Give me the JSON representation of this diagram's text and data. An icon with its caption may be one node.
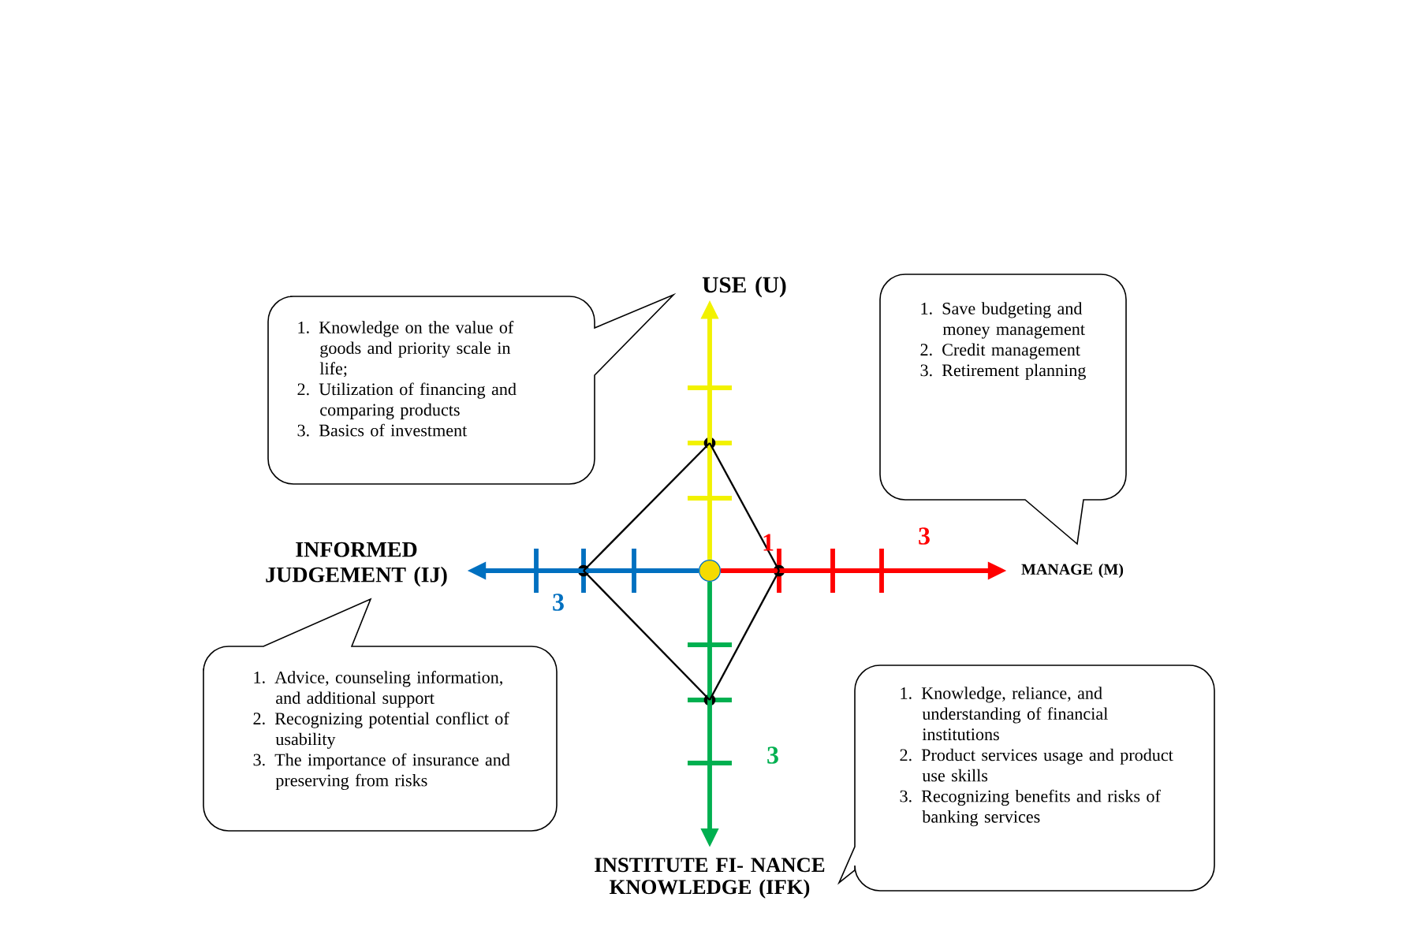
{
  "diagram": {
    "nodes": [
      {
        "text": [
          "1. Knowledge on the value of goods and priority scale in life;",
          "2. Utilization of financing and comparing products",
          "3. Basics of investment"
        ]
      },
      {
        "text": [
          "USE (U)"
        ]
      },
      {
        "text": [
          "1. Save budgeting and money management",
          "2. Credit management",
          "3. Retirement planning"
        ]
      },
      {
        "text": [],
        "shape": "circle"
      },
      {
        "text": [
          "INFORMED JUDGEMENT (IJ)"
        ]
      },
      {
        "text": [],
        "shape": "circle"
      },
      {
        "text": [],
        "shape": "circle"
      },
      {
        "text": [],
        "shape": "circle"
      },
      {
        "text": [
          "MANAGE (M)"
        ]
      },
      {
        "text": [
          "1. Advice, counseling information, and additional support",
          "2. Recognizing potential conflict of usability",
          "3. The importance of insurance and preserving from risks"
        ]
      },
      {
        "text": [],
        "shape": "circle"
      },
      {
        "text": [
          "1. Knowledge, reliance, and understanding of financial institutions",
          "2. Product services usage and product use skills",
          "3. Recognizing benefits and risks of banking services"
        ]
      },
      {
        "text": [
          "INSTITUTE FI- NANCE KNOWLEDGE (IFK)"
        ]
      }
    ],
    "edges": [
      {
        "from": 6,
        "to": 1,
        "arrow": "to",
        "style": "thick",
        "color": "#f2f200"
      },
      {
        "from": 6,
        "to": 4,
        "arrow": "to",
        "style": "thick",
        "color": "#0070c0"
      },
      {
        "from": 6,
        "to": 8,
        "arrow": "to",
        "style": "thick",
        "color": "#ff0000"
      },
      {
        "from": 6,
        "to": 12,
        "arrow": "to",
        "style": "thick",
        "color": "#00b050"
      },
      {
        "from": 3,
        "to": 7,
        "arrow": "none"
      },
      {
        "from": 7,
        "to": 10,
        "arrow": "none"
      },
      {
        "from": 10,
        "to": 5,
        "arrow": "none"
      },
      {
        "from": 5,
        "to": 3,
        "arrow": "none"
      }
    ],
    "labels": [
      "3",
      "1",
      "3",
      "3"
    ]
  }
}
